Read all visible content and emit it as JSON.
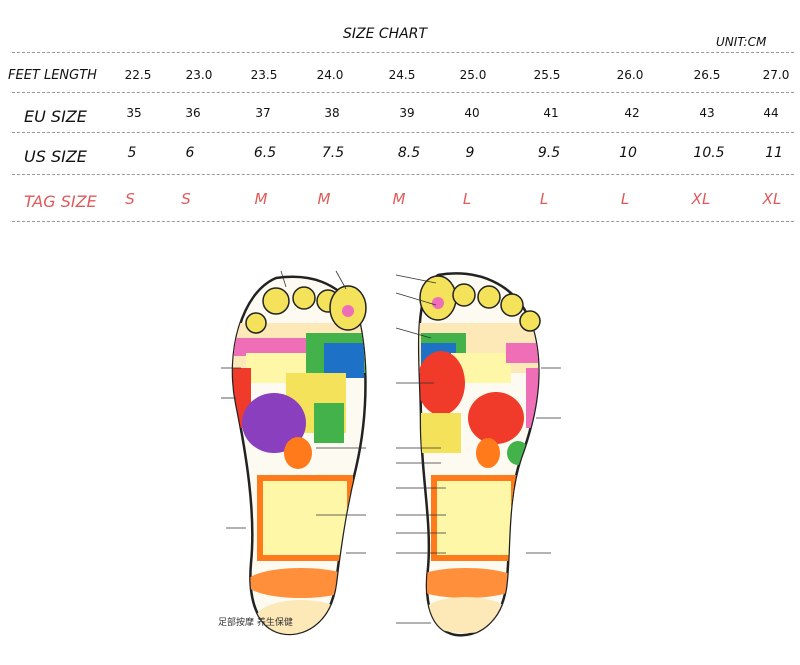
{
  "title": "SIZE CHART",
  "unit": "UNIT:CM",
  "rows": {
    "feet_length": {
      "label": "FEET LENGTH",
      "values": [
        "22.5",
        "23.0",
        "23.5",
        "24.0",
        "24.5",
        "25.0",
        "25.5",
        "26.0",
        "26.5",
        "27.0"
      ]
    },
    "eu_size": {
      "label": "EU SIZE",
      "values": [
        "35",
        "36",
        "37",
        "38",
        "39",
        "40",
        "41",
        "42",
        "43",
        "44"
      ]
    },
    "us_size": {
      "label": "US SIZE",
      "values": [
        "5",
        "6",
        "6.5",
        "7.5",
        "8.5",
        "9",
        "9.5",
        "10",
        "10.5",
        "11"
      ]
    },
    "tag_size": {
      "label": "TAG SIZE",
      "values": [
        "S",
        "S",
        "M",
        "M",
        "M",
        "L",
        "L",
        "L",
        "XL",
        "XL"
      ]
    }
  },
  "reflexology": {
    "caption": "足部按摩 养生保健",
    "colors": {
      "toe": "#f4e25a",
      "green": "#43b24a",
      "purple": "#8a3fbf",
      "orange": "#ff7a1a",
      "red": "#f03a2a",
      "pink": "#ee6fb8",
      "blue": "#1d72c8",
      "heel": "#ff8f3a",
      "lightyellow": "#fff7a8",
      "cream": "#fde9b8"
    }
  }
}
